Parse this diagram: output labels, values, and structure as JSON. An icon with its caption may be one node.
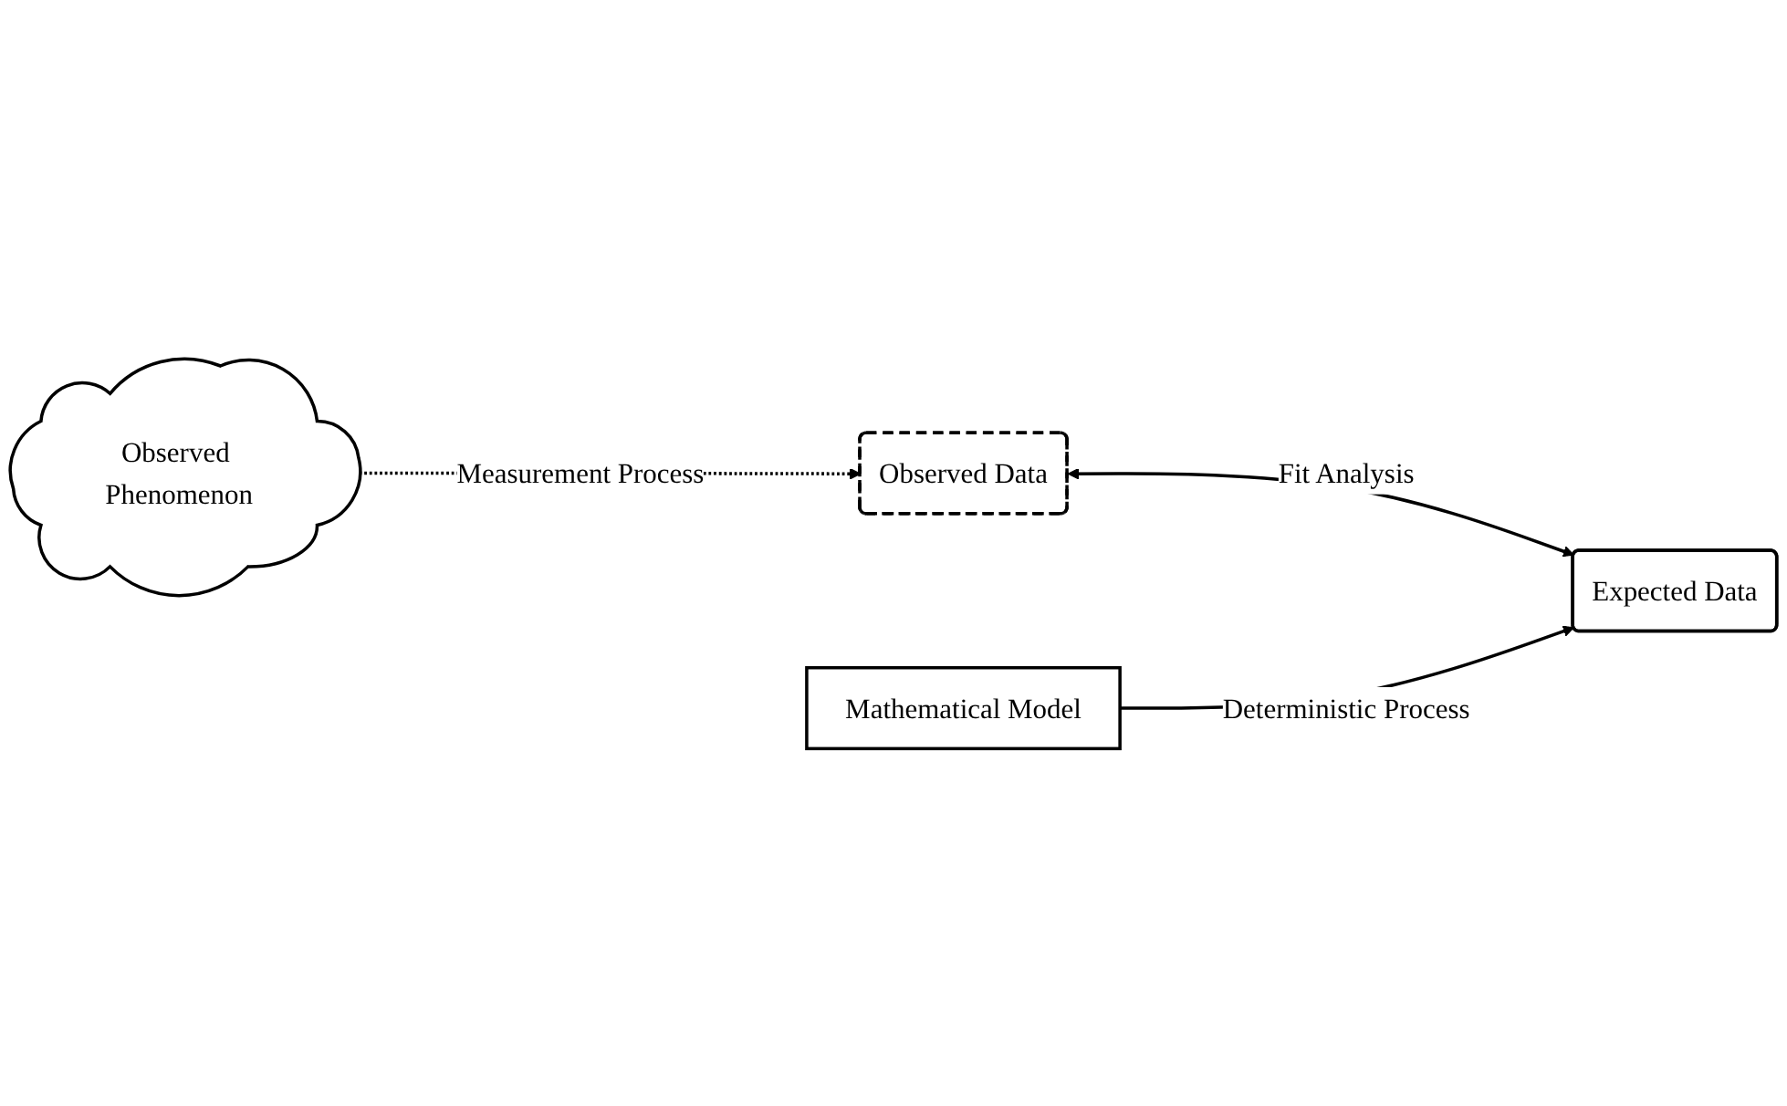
{
  "diagram": {
    "nodes": [
      {
        "text": [
          "Observed Phenomenon"
        ]
      },
      {
        "text": [
          "Observed Data"
        ]
      },
      {
        "text": [
          "Mathematical Model"
        ]
      },
      {
        "text": [
          "Expected Data"
        ]
      }
    ],
    "edges": [
      {
        "from": 0,
        "to": 1,
        "arrow": "to",
        "label": "Measurement Process",
        "style": "dashed"
      },
      {
        "from": 1,
        "to": 3,
        "arrow": "both",
        "label": "Fit Analysis"
      },
      {
        "from": 2,
        "to": 3,
        "arrow": "to",
        "label": "Deterministic Process"
      }
    ]
  }
}
